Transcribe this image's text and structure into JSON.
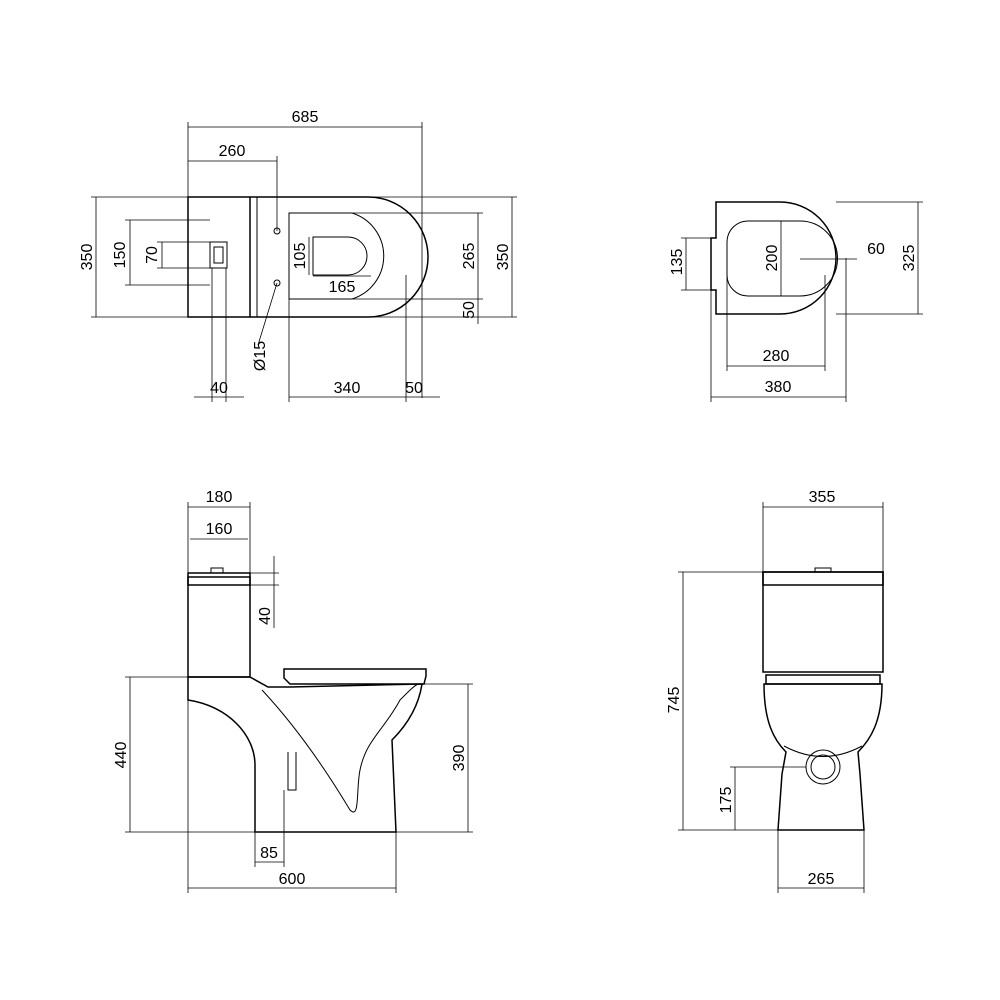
{
  "top_view": {
    "overall_length": "685",
    "tank_to_holes": "260",
    "height_left": "350",
    "height_right": "350",
    "outlet_height": "150",
    "outlet_inner": "70",
    "inner_bowl_height": "105",
    "inner_bowl_width": "165",
    "bowl_opening": "265",
    "rear_offset": "50",
    "hole_diameter": "Ø15",
    "outlet_offset": "40",
    "bowl_depth": "340",
    "front_offset": "50"
  },
  "seat_view": {
    "hinge_width": "135",
    "opening_height": "200",
    "rim_width": "60",
    "overall_height": "325",
    "opening_length": "280",
    "overall_length": "380"
  },
  "side_view": {
    "tank_width": "180",
    "lid_width": "160",
    "lid_height": "40",
    "seat_height": "440",
    "bowl_height": "390",
    "outlet_width": "85",
    "overall_length": "600"
  },
  "front_view": {
    "overall_width": "355",
    "overall_height": "745",
    "outlet_height": "175",
    "base_width": "265"
  }
}
